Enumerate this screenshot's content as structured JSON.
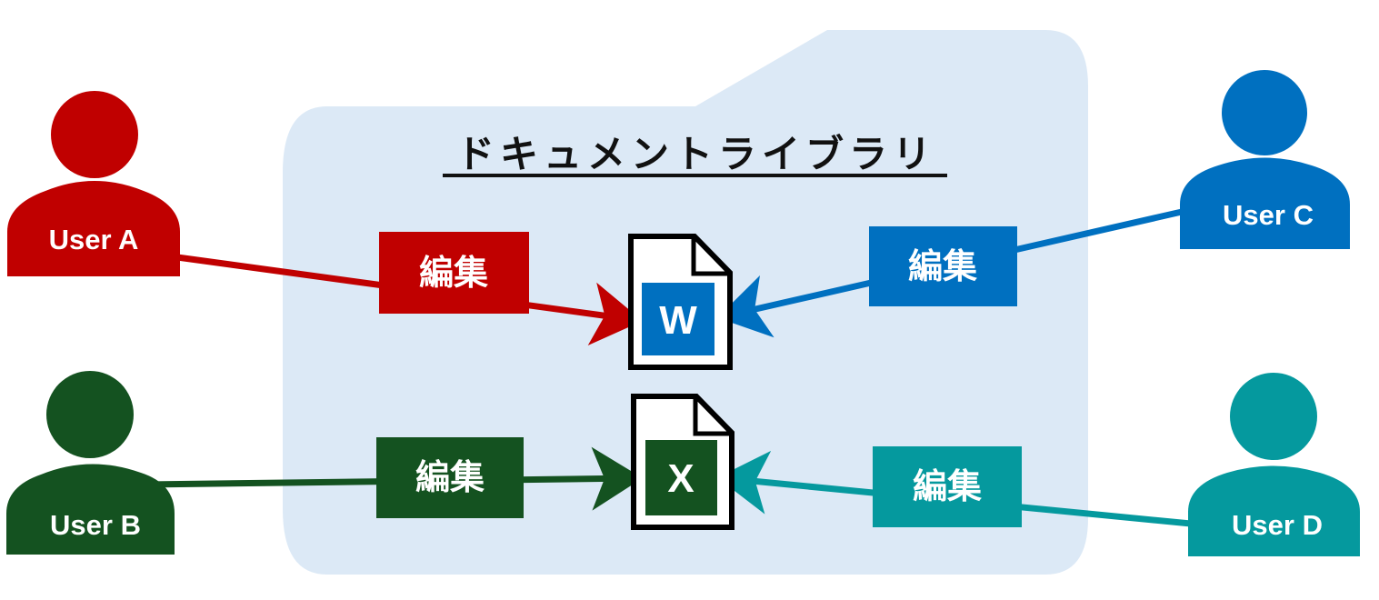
{
  "library": {
    "title": "ドキュメントライブラリ",
    "background_color": "#dce9f6"
  },
  "documents": [
    {
      "id": "word",
      "letter": "W",
      "type": "Word document",
      "color": "#0070c0"
    },
    {
      "id": "excel",
      "letter": "X",
      "type": "Excel workbook",
      "color": "#145220"
    }
  ],
  "users": [
    {
      "id": "a",
      "name": "User A",
      "color": "#c00000",
      "action": "編集",
      "target": "word"
    },
    {
      "id": "b",
      "name": "User B",
      "color": "#145220",
      "action": "編集",
      "target": "excel"
    },
    {
      "id": "c",
      "name": "User C",
      "color": "#0070c0",
      "action": "編集",
      "target": "word"
    },
    {
      "id": "d",
      "name": "User D",
      "color": "#05999e",
      "action": "編集",
      "target": "excel"
    }
  ]
}
